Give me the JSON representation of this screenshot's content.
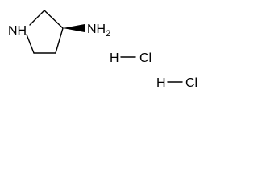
{
  "structure": {
    "nh_label": "NH",
    "nh2_label": "NH2",
    "hcl_1": {
      "h": "H",
      "cl": "Cl"
    },
    "hcl_2": {
      "h": "H",
      "cl": "Cl"
    },
    "stereo_bond": "wedge"
  }
}
